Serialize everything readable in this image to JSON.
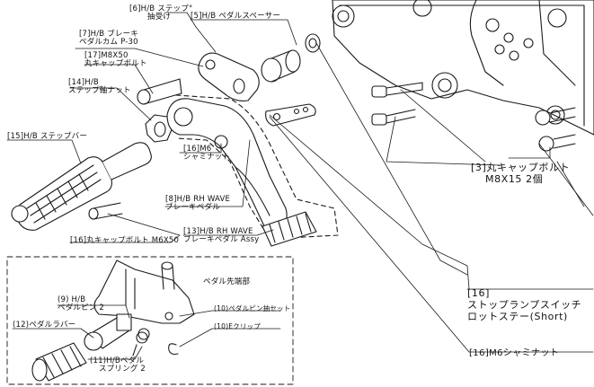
{
  "labels": {
    "p6": "[6]H/B ステップ°",
    "p6b": "抽受け",
    "p5": "[5]H/B ペダルスペーサー",
    "p7a": "[7]H/B ブレーキ",
    "p7b": "ペダルカム P-30",
    "p17a": "[17]M8X50",
    "p17b": "丸キャップボルト",
    "p14a": "[14]H/B",
    "p14b": "ステップ軸ナット",
    "p15": "[15]H/B ステップバー",
    "p16nut_a": "[16]M6",
    "p16nut_b": "シャミナット",
    "p8a": "[8]H/B RH WAVE",
    "p8b": "ブレーキペダル",
    "p16bolt": "[16]丸キャップボルト M6X50",
    "p13a": "[13]H/B RH WAVE",
    "p13b": "ブレーキペダル Assy",
    "p3a": "[3]丸キャップボルト",
    "p3b": "M8X15 2個",
    "p16stop_a": "[16]",
    "p16stop_b": "ストップランプスイッチ",
    "p16stop_c": "ロットステー(Short)",
    "p16m6": "[16]M6シャミナット",
    "pedal_detail": "ペダル先端部",
    "p9a": "(9) H/B",
    "p9b": "ペダルピン 2",
    "p12": "(12)ペダルラバー",
    "p10a": "(10)ペダルピン抽セット",
    "p10b": "(10)Eクリップ",
    "p11a": "(11)H/Bペダル",
    "p11b": "スプリング 2"
  }
}
